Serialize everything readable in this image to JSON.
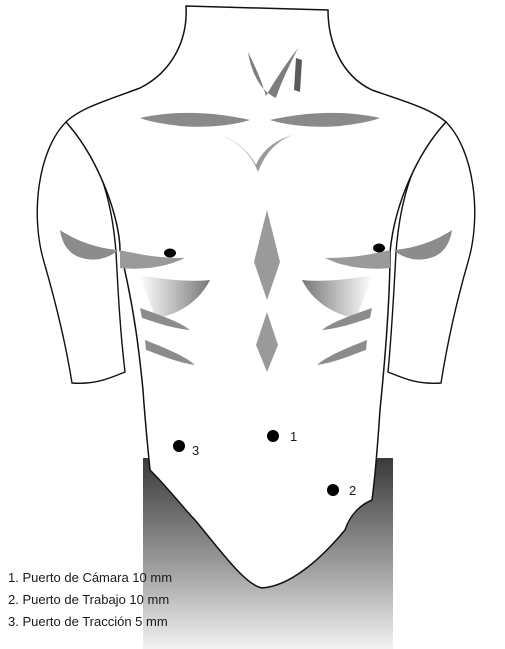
{
  "ports": [
    {
      "number": "1",
      "name": "Puerto de Cámara 10 mm"
    },
    {
      "number": "2",
      "name": "Puerto de Trabajo 10 mm"
    },
    {
      "number": "3",
      "name": "Puerto de Tracción 5 mm"
    }
  ],
  "legend": [
    "1. Puerto de Cámara 10 mm",
    "2. Puerto de Trabajo 10 mm",
    "3. Puerto de Tracción 5 mm"
  ],
  "colors": {
    "outline": "#111111",
    "shade": "#8f8f8f",
    "marker": "#000000"
  }
}
